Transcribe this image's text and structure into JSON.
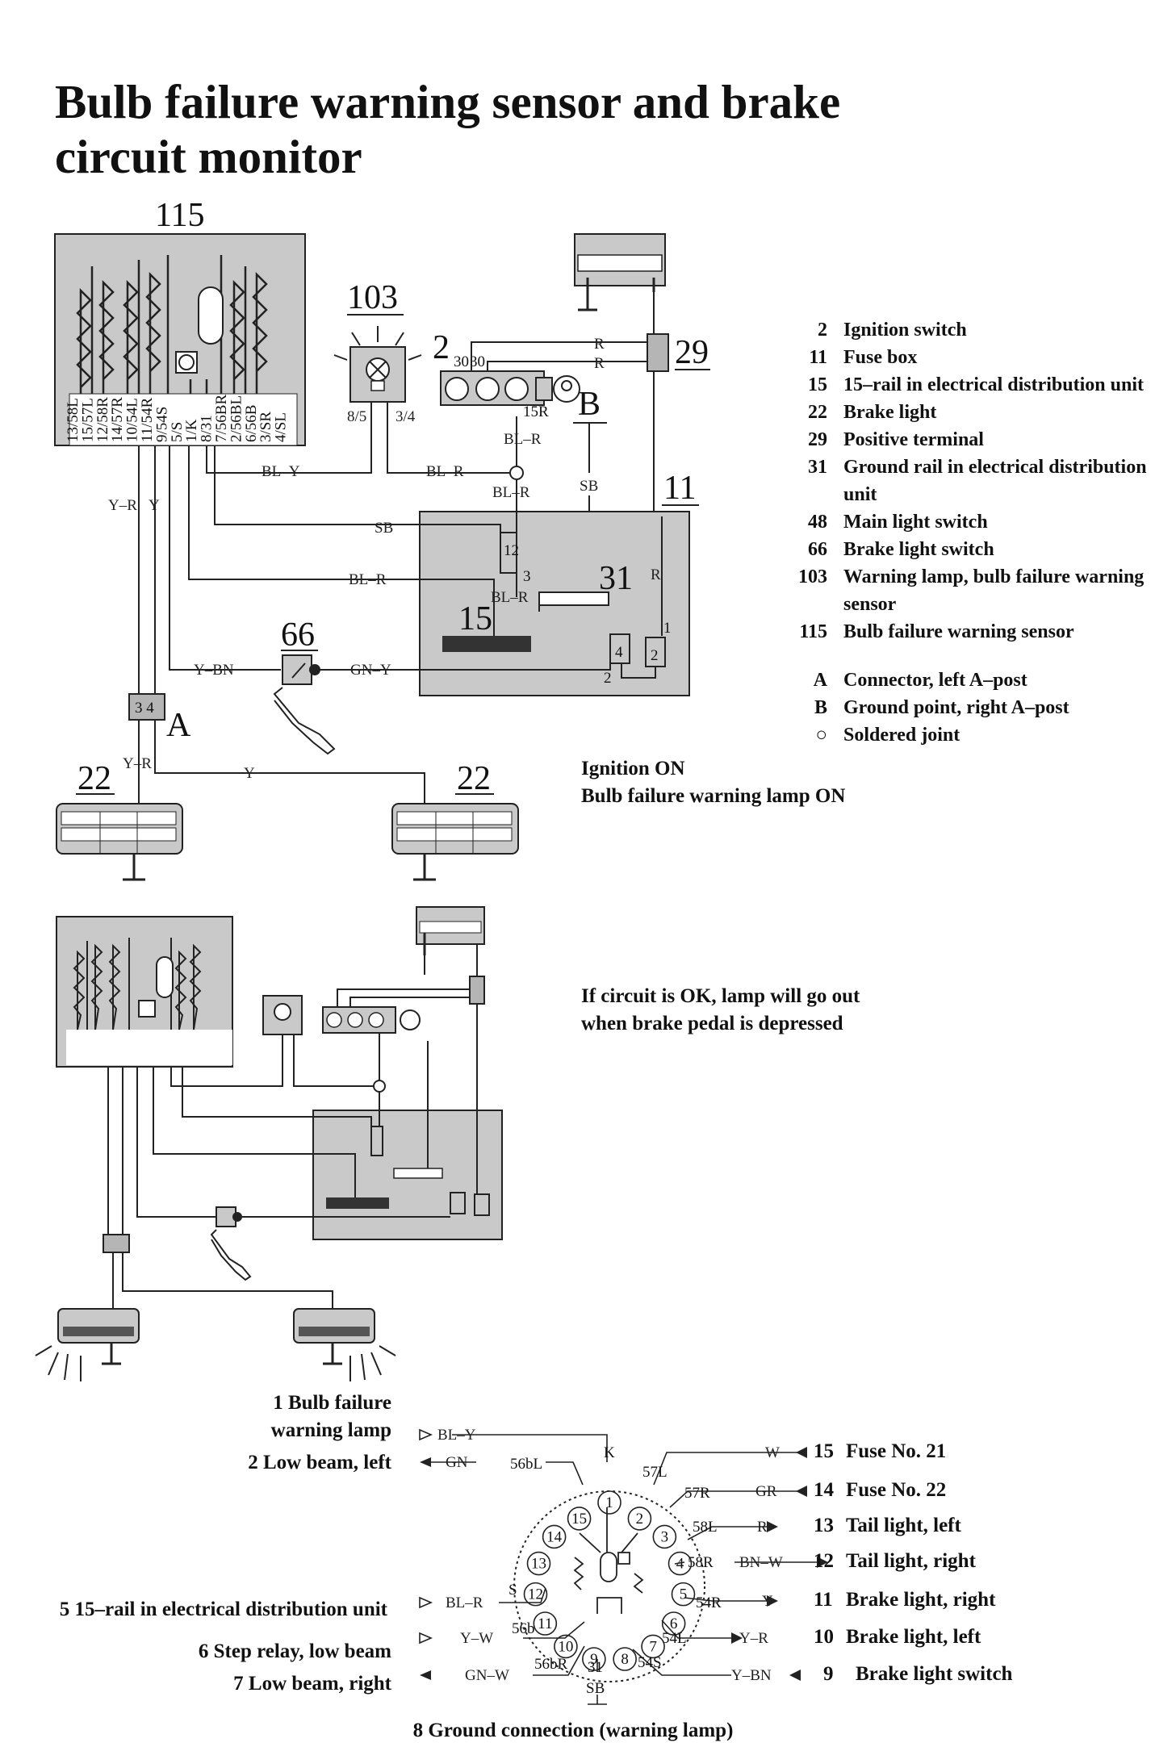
{
  "title": "Bulb failure warning sensor and brake circuit monitor",
  "components": {
    "c115": "115",
    "c103": "103",
    "c2": "2",
    "c29": "29",
    "c11": "11",
    "c15": "15",
    "c31": "31",
    "c66": "66",
    "cA": "A",
    "cB": "B",
    "c22a": "22",
    "c22b": "22"
  },
  "sensor_terminals": [
    "13/58L",
    "15/57L",
    "12/58R",
    "14/57R",
    "10/54L",
    "11/54R",
    "9/54S",
    "5/S",
    "1/K",
    "8/31",
    "7/56BR",
    "2/56BL",
    "6/56B",
    "3/SR",
    "4/SL"
  ],
  "wires": {
    "bl_y": "BL–Y",
    "bl_r": "BL–R",
    "sb": "SB",
    "y_r": "Y–R",
    "y": "Y",
    "y_bn": "Y–BN",
    "gn_y": "GN–Y",
    "r": "R",
    "t30a": "30",
    "t30b": "30",
    "t15r": "15R",
    "t85": "8/5",
    "t34": "3/4",
    "t12": "12",
    "t3": "3",
    "t4": "4",
    "t2": "2",
    "t1": "1",
    "conn34": "3 4"
  },
  "legend": [
    {
      "num": "2",
      "desc": "Ignition switch"
    },
    {
      "num": "11",
      "desc": "Fuse box"
    },
    {
      "num": "15",
      "desc": "15–rail in electrical distribution unit"
    },
    {
      "num": "22",
      "desc": "Brake light"
    },
    {
      "num": "29",
      "desc": "Positive terminal"
    },
    {
      "num": "31",
      "desc": "Ground rail in electrical distribution unit"
    },
    {
      "num": "48",
      "desc": "Main light switch"
    },
    {
      "num": "66",
      "desc": "Brake light switch"
    },
    {
      "num": "103",
      "desc": "Warning lamp, bulb failure warning sensor"
    },
    {
      "num": "115",
      "desc": "Bulb failure warning sensor"
    }
  ],
  "legend2": [
    {
      "num": "A",
      "desc": "Connector, left A–post"
    },
    {
      "num": "B",
      "desc": "Ground point, right A–post"
    },
    {
      "num": "○",
      "desc": "Soldered joint"
    }
  ],
  "status": {
    "line1": "Ignition ON",
    "line2": "Bulb failure warning lamp ON"
  },
  "note": {
    "line1": "If circuit is OK, lamp will go out",
    "line2": "when brake pedal is depressed"
  },
  "pinout": {
    "left": [
      {
        "label": "1 Bulb failure",
        "label2": "warning lamp",
        "wire": "BL–Y"
      },
      {
        "label": "2 Low beam, left",
        "wire": "GN"
      },
      {
        "label": "5 15–rail in electrical distribution unit",
        "wire": "BL–R"
      },
      {
        "label": "6 Step relay, low beam",
        "wire": "Y–W"
      },
      {
        "label": "7 Low beam, right",
        "wire": "GN–W"
      }
    ],
    "right": [
      {
        "num": "15",
        "label": "Fuse No. 21",
        "wire": "W"
      },
      {
        "num": "14",
        "label": "Fuse No. 22",
        "wire": "GR"
      },
      {
        "num": "13",
        "label": "Tail light, left",
        "wire": "R"
      },
      {
        "num": "12",
        "label": "Tail light, right",
        "wire": "BN–W"
      },
      {
        "num": "11",
        "label": "Brake light, right",
        "wire": "Y"
      },
      {
        "num": "10",
        "label": "Brake light, left",
        "wire": "Y–R"
      },
      {
        "num": "9",
        "label": "Brake light switch",
        "wire": "Y–BN"
      }
    ],
    "pin_names": {
      "k": "K",
      "p56bl": "56bL",
      "p57l": "57L",
      "p57r": "57R",
      "p58l": "58L",
      "p58r": "58R",
      "p54r": "54R",
      "p54l": "54L",
      "p54s": "54S",
      "s": "S",
      "p56b": "56b",
      "p56br": "56bR",
      "p31": "31",
      "sb": "SB",
      "r": "R"
    },
    "pin_numbers": [
      "1",
      "2",
      "3",
      "4",
      "5",
      "6",
      "7",
      "8",
      "9",
      "10",
      "11",
      "12",
      "13",
      "14",
      "15"
    ],
    "bottom": "8 Ground connection (warning lamp)"
  }
}
